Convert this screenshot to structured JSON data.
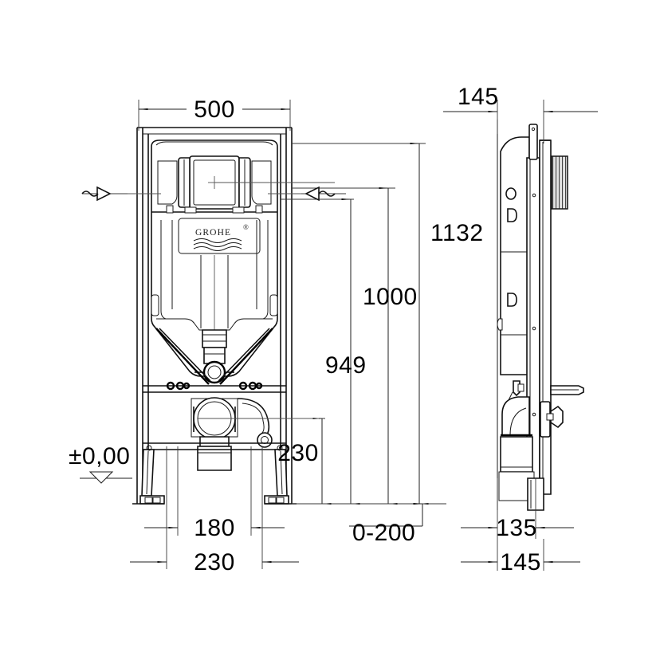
{
  "document": {
    "type": "technical-drawing",
    "subject": "GROHE Rapid SL WC installation frame",
    "views": [
      "front-elevation",
      "side-profile"
    ],
    "units": "mm",
    "brand": "GROHE"
  },
  "brand": {
    "wordmark": "GROHE",
    "registered_mark": "®"
  },
  "dimensions": {
    "width_overall": "500",
    "depth_overall_top": "145",
    "height_total": "1132",
    "height_mid": "1000",
    "height_seat": "949",
    "height_outlet": "230",
    "outlet_offset_range": "0-200",
    "bottom_inner": "180",
    "bottom_outer": "230",
    "depth_inner": "135",
    "depth_outer": "145"
  },
  "datum": {
    "label": "±0,00",
    "symbol": "finished-floor-level-triangle"
  },
  "annotations": {
    "wall_break_left": "break-line-symbol",
    "wall_break_right": "break-line-symbol"
  }
}
